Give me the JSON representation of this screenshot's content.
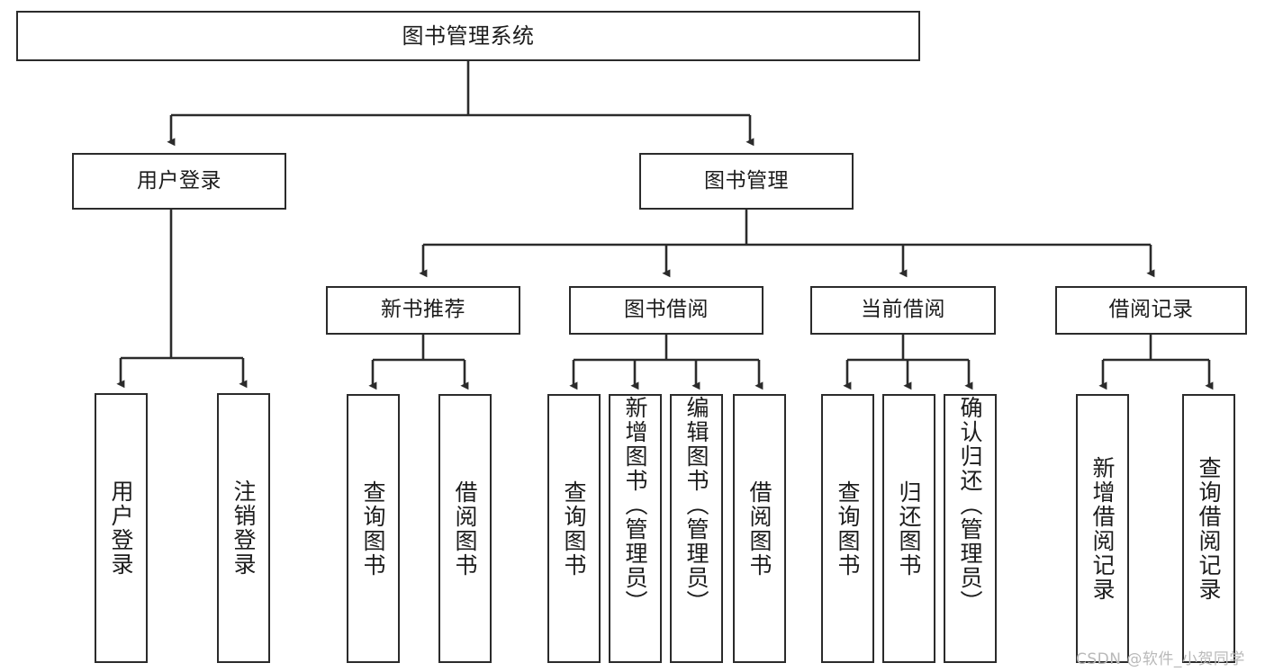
{
  "diagram": {
    "title": "图书管理系统",
    "type": "hierarchy-tree",
    "root": {
      "label": "图书管理系统"
    },
    "level2": [
      {
        "label": "用户登录"
      },
      {
        "label": "图书管理"
      }
    ],
    "level3": [
      {
        "label": "新书推荐"
      },
      {
        "label": "图书借阅"
      },
      {
        "label": "当前借阅"
      },
      {
        "label": "借阅记录"
      }
    ],
    "leaves": {
      "user_login": [
        {
          "label": "用户登录"
        },
        {
          "label": "注销登录"
        }
      ],
      "new_book_recommend": [
        {
          "label": "查询图书"
        },
        {
          "label": "借阅图书"
        }
      ],
      "book_borrow": [
        {
          "label": "查询图书"
        },
        {
          "label": "新增图书（管理员）"
        },
        {
          "label": "编辑图书（管理员）"
        },
        {
          "label": "借阅图书"
        }
      ],
      "current_borrow": [
        {
          "label": "查询图书"
        },
        {
          "label": "归还图书"
        },
        {
          "label": "确认归还（管理员）"
        }
      ],
      "borrow_record": [
        {
          "label": "新增借阅记录"
        },
        {
          "label": "查询借阅记录"
        }
      ]
    }
  },
  "watermark": {
    "text": "CSDN @软件_小贺同学"
  },
  "colors": {
    "stroke": "#2b2b2b",
    "fill": "#ffffff",
    "text": "#1c1c1c",
    "watermark": "#b9b9b9"
  }
}
